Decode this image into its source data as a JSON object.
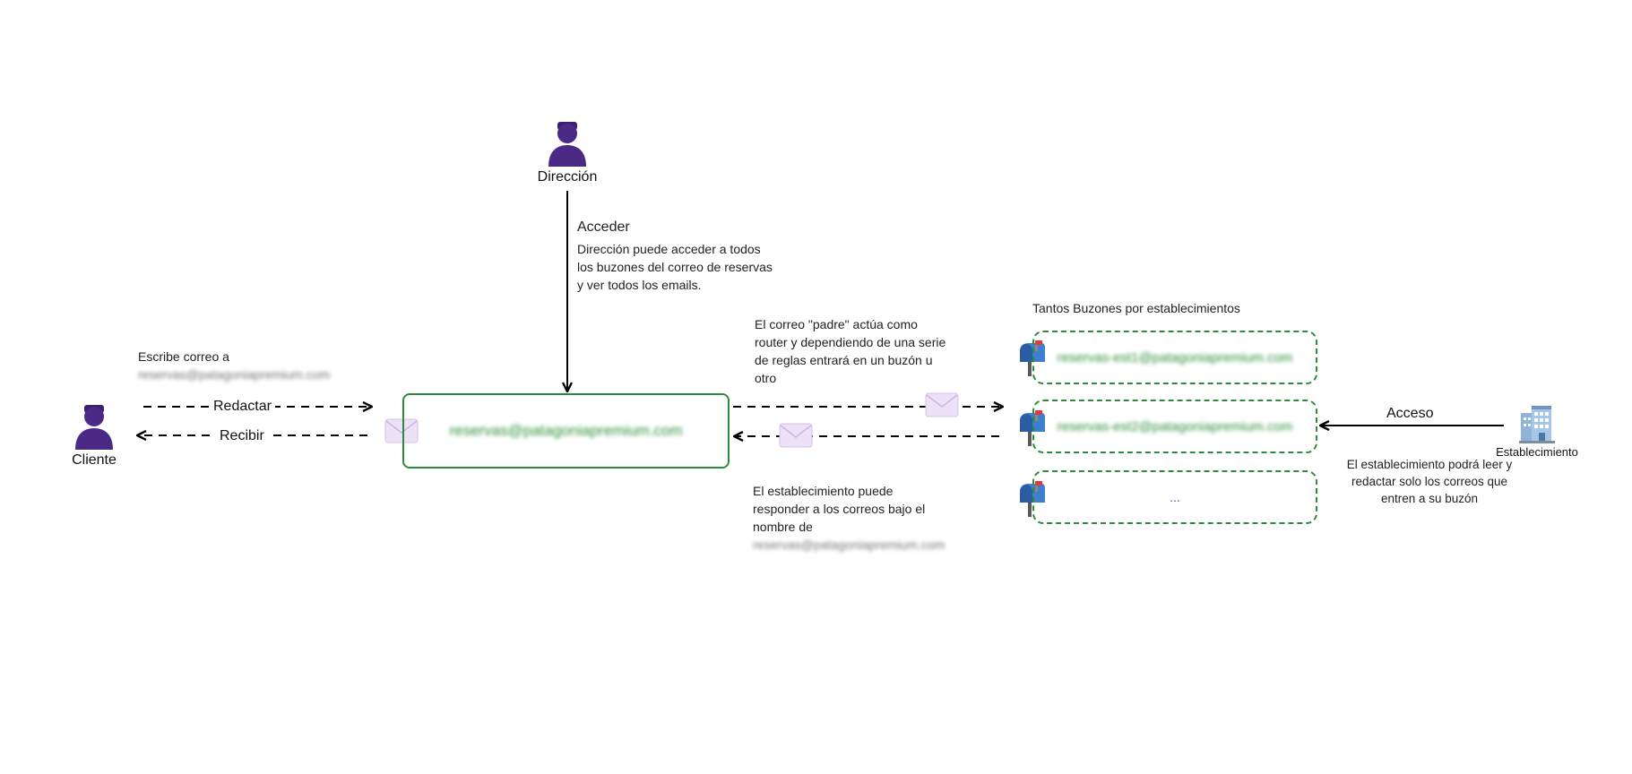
{
  "actors": {
    "direccion": "Dirección",
    "cliente": "Cliente",
    "establecimiento": "Establecimiento"
  },
  "edges": {
    "acceder_label": "Acceder",
    "redactar_label": "Redactar",
    "recibir_label": "Recibir",
    "acceso_label": "Acceso"
  },
  "notes": {
    "direccion_note": [
      "Dirección puede acceder a todos",
      "los buzones del correo de reservas",
      "y ver todos los emails."
    ],
    "cliente_note_line1": "Escribe correo a",
    "cliente_note_line2": "reservas@patagoniapremium.com",
    "router_note": [
      "El correo \"padre\" actúa como",
      "router y dependiendo de una serie",
      "de reglas entrará en un buzón u",
      "otro"
    ],
    "respond_note": [
      "El establecimiento puede",
      "responder a los correos bajo el",
      "nombre de"
    ],
    "respond_note_email": "reservas@patagoniapremium.com",
    "estab_note": [
      "El establecimiento podrá leer y",
      "redactar solo los correos que",
      "entren a su buzón"
    ]
  },
  "main_mailbox": {
    "address": "reservas@patagoniapremium.com"
  },
  "mailboxes_group": {
    "title": "Tantos Buzones por establecimientos",
    "items": [
      {
        "address": "reservas-est1@patagoniapremium.com"
      },
      {
        "address": "reservas-est2@patagoniapremium.com"
      },
      {
        "address": "..."
      }
    ]
  },
  "icons": {
    "person": "person-icon",
    "envelope": "envelope-icon",
    "mailbox": "mailbox-icon",
    "building": "building-icon"
  },
  "colors": {
    "person": "#4b2a86",
    "box_border": "#2e8b3c",
    "email_text": "#2f8f3a",
    "envelope": "#e6d9f2"
  }
}
